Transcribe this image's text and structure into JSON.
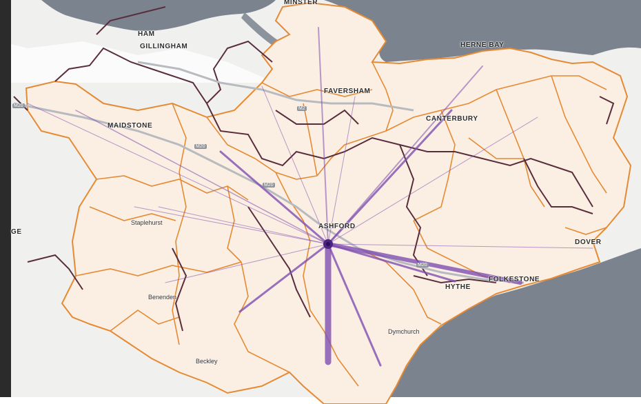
{
  "map": {
    "colors": {
      "sea": "#7a838e",
      "land": "#f0f0ef",
      "region_fill": "#fbeee2",
      "region_border": "#e58a33",
      "district_border": "#5a2d3c",
      "flow": "#7e4fb0",
      "hub": "#4a2480"
    },
    "towns": [
      {
        "name": "MINSTER",
        "kind": "town"
      },
      {
        "name": "HAM",
        "kind": "town"
      },
      {
        "name": "GILLINGHAM",
        "kind": "town"
      },
      {
        "name": "HERNE BAY",
        "kind": "town"
      },
      {
        "name": "FAVERSHAM",
        "kind": "town"
      },
      {
        "name": "MAIDSTONE",
        "kind": "town"
      },
      {
        "name": "CANTERBURY",
        "kind": "town"
      },
      {
        "name": "ASHFORD",
        "kind": "town"
      },
      {
        "name": "DOVER",
        "kind": "town"
      },
      {
        "name": "FOLKESTONE",
        "kind": "town"
      },
      {
        "name": "HYTHE",
        "kind": "town"
      },
      {
        "name": "GE",
        "kind": "town"
      },
      {
        "name": "Staplehurst",
        "kind": "village"
      },
      {
        "name": "Benenden",
        "kind": "village"
      },
      {
        "name": "Dymchurch",
        "kind": "village"
      },
      {
        "name": "Beckley",
        "kind": "village"
      }
    ],
    "roads": [
      "M20",
      "M20",
      "M20",
      "M2",
      "M20"
    ],
    "hub": {
      "name": "ASHFORD"
    },
    "flows_to_hub": [
      {
        "from": "north-sheppey",
        "weight": 2
      },
      {
        "from": "west-maidstone",
        "weight": 1.5
      },
      {
        "from": "far-west",
        "weight": 1
      },
      {
        "from": "faversham-west",
        "weight": 1
      },
      {
        "from": "faversham",
        "weight": 1
      },
      {
        "from": "canterbury",
        "weight": 3
      },
      {
        "from": "herne-bay",
        "weight": 2
      },
      {
        "from": "east",
        "weight": 1
      },
      {
        "from": "dover-road",
        "weight": 1
      },
      {
        "from": "folkestone",
        "weight": 6
      },
      {
        "from": "hythe",
        "weight": 3
      },
      {
        "from": "south",
        "weight": 9
      },
      {
        "from": "dymchurch",
        "weight": 3
      },
      {
        "from": "southwest",
        "weight": 3
      },
      {
        "from": "west",
        "weight": 1
      },
      {
        "from": "staplehurst",
        "weight": 1
      },
      {
        "from": "benenden",
        "weight": 1
      },
      {
        "from": "m20-west",
        "weight": 3
      }
    ]
  }
}
